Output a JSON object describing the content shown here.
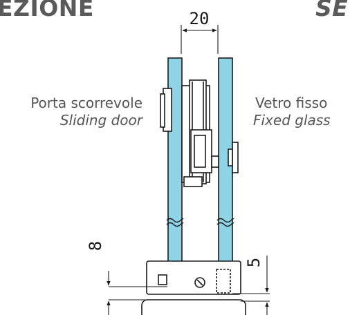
{
  "header": {
    "left_title": "EZIONE",
    "right_title": "SE"
  },
  "labels": {
    "door_it": "Porta scorrevole",
    "door_en": "Sliding door",
    "fixed_it": "Vetro fisso",
    "fixed_en": "Fixed glass"
  },
  "dimensions": {
    "gap": "20",
    "height_left": "8",
    "height_right": "5"
  },
  "colors": {
    "glass": "#8fd3e6",
    "line": "#1a1a1a",
    "text": "#555555"
  }
}
